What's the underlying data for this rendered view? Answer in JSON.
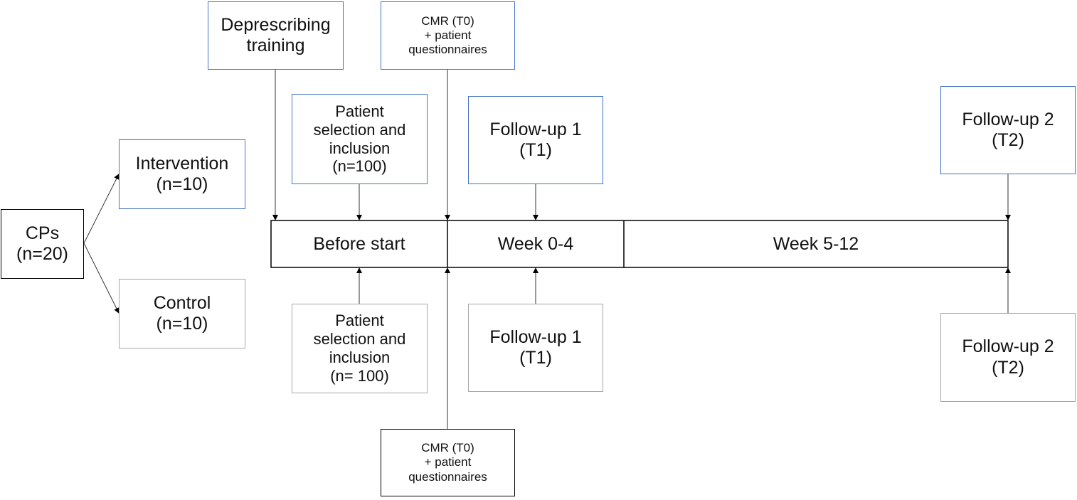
{
  "cps": {
    "label": "CPs\n(n=20)"
  },
  "intervention": {
    "group": "Intervention\n(n=10)",
    "training": "Deprescribing\ntraining",
    "cmr": "CMR (T0)\n+ patient\nquestionnaires",
    "selection": "Patient\nselection and\ninclusion\n(n=100)",
    "followup1": "Follow-up 1\n(T1)",
    "followup2": "Follow-up 2\n(T2)"
  },
  "control": {
    "group": "Control\n(n=10)",
    "selection": "Patient\nselection and\ninclusion\n(n= 100)",
    "followup1": "Follow-up 1\n(T1)",
    "followup2": "Follow-up 2\n(T2)",
    "cmr": "CMR (T0)\n+ patient\nquestionnaires"
  },
  "timeline": {
    "phases": [
      "Before start",
      "Week 0-4",
      "Week 5-12"
    ]
  },
  "colors": {
    "intervention_border": "#4472c4",
    "control_border": "#a6a6a6",
    "default_border": "#000000"
  }
}
